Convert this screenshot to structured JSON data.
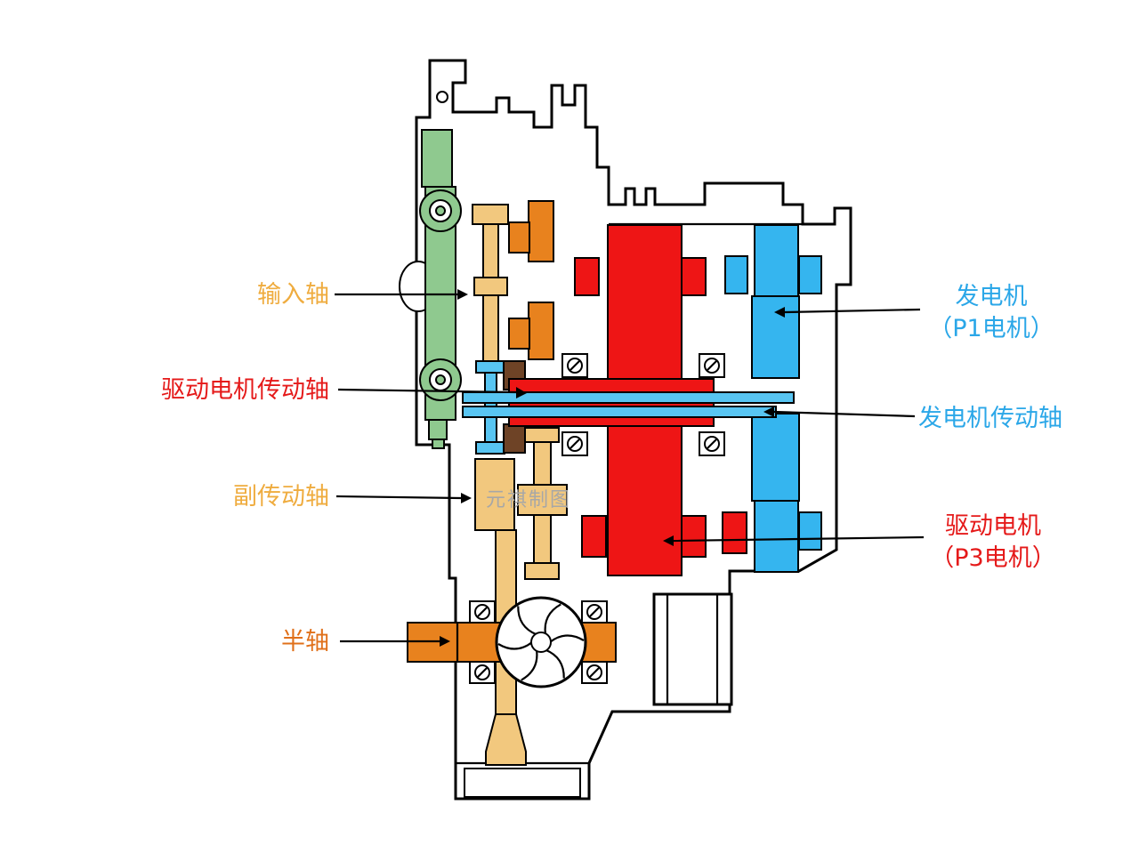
{
  "diagram_title": "hybrid-transaxle-cross-section",
  "watermark": {
    "text": "元祺制图"
  },
  "labels": {
    "input_shaft": {
      "text": "输入轴"
    },
    "drive_motor_shaft": {
      "text": "驱动电机传动轴"
    },
    "counter_shaft": {
      "text": "副传动轴"
    },
    "half_shaft": {
      "text": "半轴"
    },
    "generator": {
      "line1": "发电机",
      "line2": "（P1电机）"
    },
    "generator_shaft": {
      "text": "发电机传动轴"
    },
    "drive_motor": {
      "line1": "驱动电机",
      "line2": "（P3电机）"
    }
  },
  "colors": {
    "label-amber": "#EFAC3F",
    "label-red": "#E51A1A",
    "label-blue": "#2BA7E8",
    "label-dark-orange": "#E0701A",
    "part-green": "#8FC98F",
    "part-tan": "#F2C87E",
    "part-orange": "#E8821E",
    "part-red": "#EE1515",
    "part-blue": "#35B5EF",
    "part-light-blue": "#58C5F2",
    "part-brown": "#6E4326",
    "watermark-gray": "#A7A7A7",
    "outline-black": "#000000",
    "bg": "#FFFFFF"
  }
}
